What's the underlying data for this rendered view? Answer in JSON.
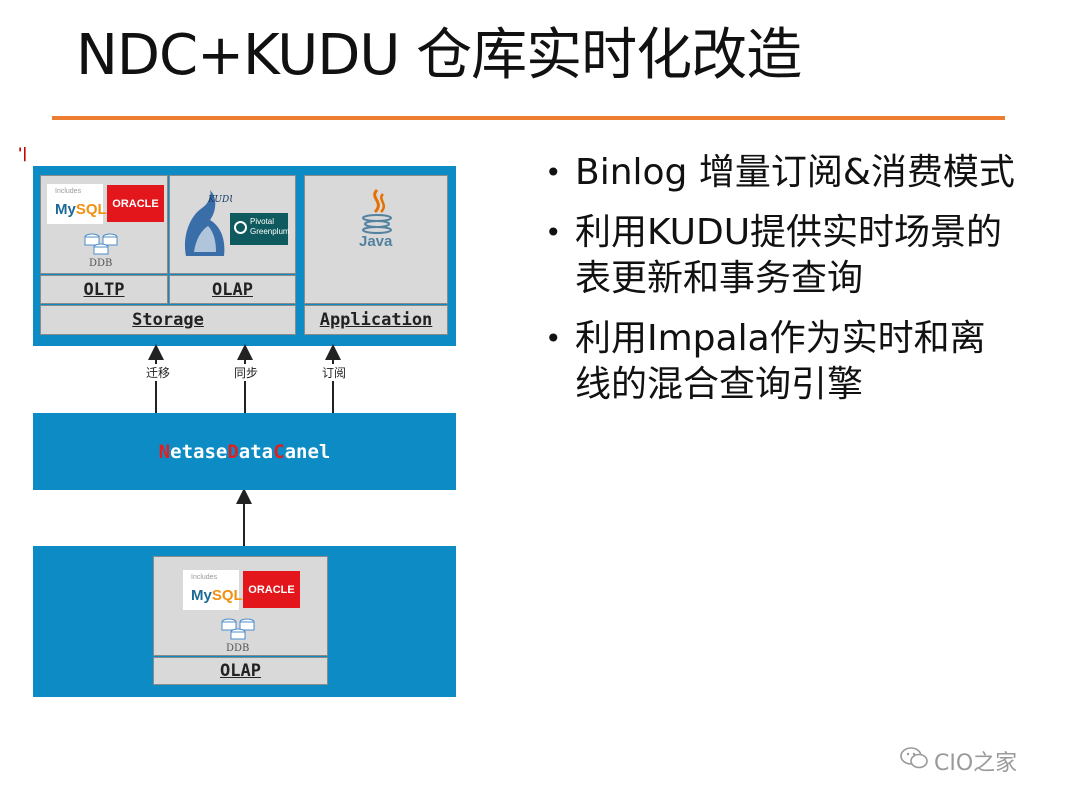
{
  "title": "NDC+KUDU 仓库实时化改造",
  "diagram": {
    "top": {
      "oltp_label": "OLTP",
      "olap_label": "OLAP",
      "storage_label": "Storage",
      "application_label": "Application",
      "mysql_small": "Includes",
      "mysql_big_a": "My",
      "mysql_big_b": "SQL",
      "oracle": "ORACLE",
      "ddb": "DDB",
      "kudu": "KUDU",
      "pivotal_a": "Pivotal",
      "pivotal_b": "Greenplum",
      "java": "Java"
    },
    "arrows": [
      "迁移",
      "同步",
      "订阅"
    ],
    "ndc": {
      "n_initial": "N",
      "n_rest": "etase",
      "d_initial": "D",
      "d_rest": "ata",
      "c_initial": "C",
      "c_rest": "anel"
    },
    "bottom": {
      "mysql_small": "Includes",
      "mysql_big_a": "My",
      "mysql_big_b": "SQL",
      "oracle": "ORACLE",
      "ddb": "DDB",
      "olap_label": "OLAP"
    }
  },
  "bullets": [
    "Binlog 增量订阅&消费模式",
    "利用KUDU提供实时场景的表更新和事务查询",
    "利用Impala作为实时和离线的混合查询引擎"
  ],
  "watermark": "CIO之家",
  "colors": {
    "accent_rule": "#ed7d31",
    "panel_blue": "#0d8bc4",
    "oracle_red": "#e3161b"
  }
}
